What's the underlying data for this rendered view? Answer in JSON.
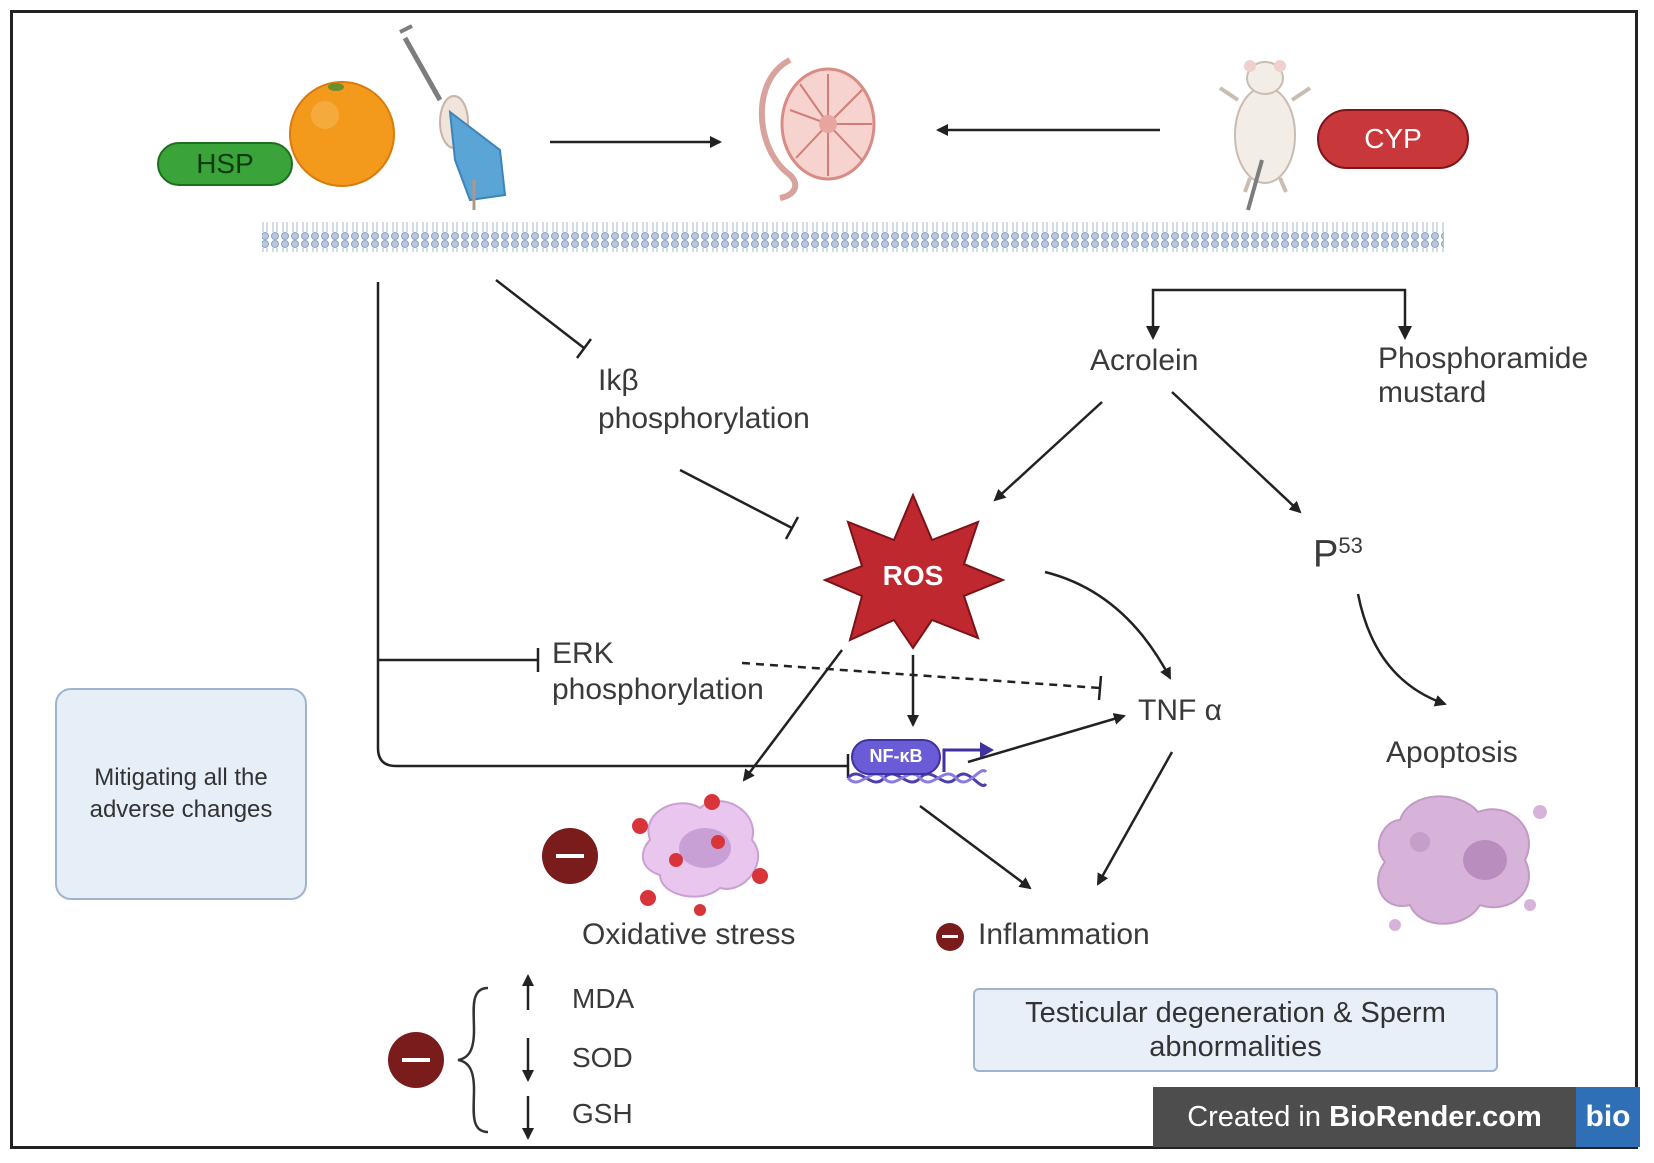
{
  "labels": {
    "hsp": "HSP",
    "cyp": "CYP",
    "ikb": "Ikβ\nphosphorylation",
    "acrolein": "Acrolein",
    "phosphoramide": "Phosphoramide\nmustard",
    "ros": "ROS",
    "p53_base": "P",
    "p53_sup": "53",
    "erk": "ERK\nphosphorylation",
    "tnf": "TNF α",
    "nfkb": "NF-κB",
    "apoptosis": "Apoptosis",
    "oxidative": "Oxidative stress",
    "inflammation": "Inflammation",
    "mitigating": "Mitigating all the adverse  changes",
    "testicular": "Testicular degeneration & Sperm abnormalities",
    "mda": "MDA",
    "sod": "SOD",
    "gsh": "GSH",
    "minus": "−"
  },
  "watermark": {
    "prefix": "Created in ",
    "brand": "BioRender.com",
    "logo": "bio"
  },
  "colors": {
    "hsp_fill": "#3aa33a",
    "cyp_fill": "#c8373a",
    "ros_fill": "#c0282f",
    "nfkb_fill": "#6a5bd6",
    "minus_fill": "#7a1c1c",
    "box_fill": "#e6eef8"
  }
}
